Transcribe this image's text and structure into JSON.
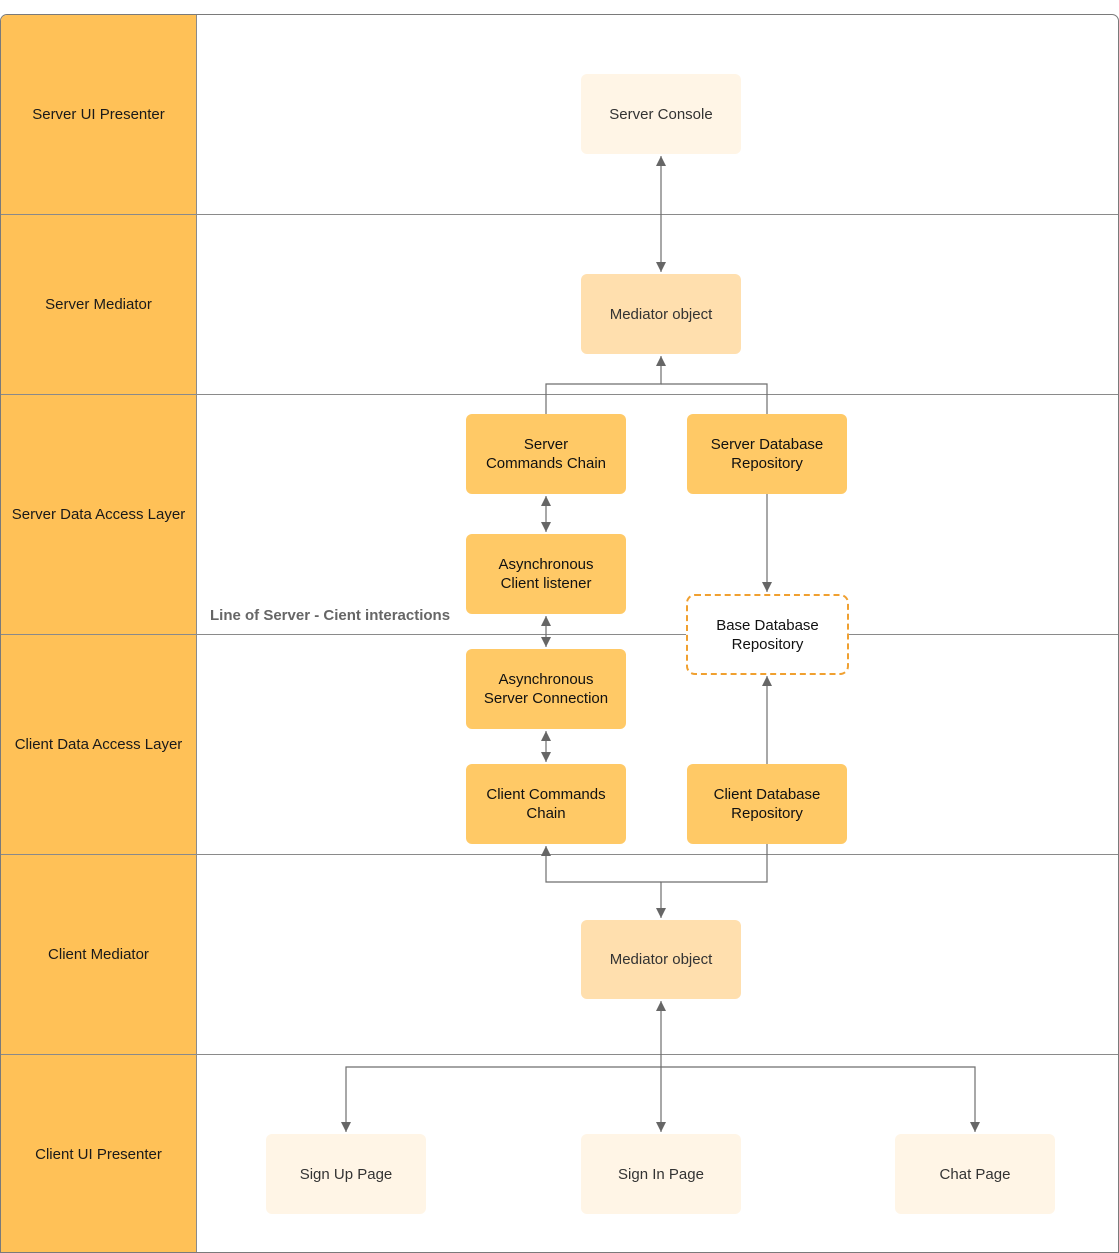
{
  "lanes": [
    {
      "id": "server-ui",
      "label": "Server UI Presenter"
    },
    {
      "id": "server-mediator",
      "label": "Server Mediator"
    },
    {
      "id": "server-dal",
      "label": "Server Data Access Layer"
    },
    {
      "id": "client-dal",
      "label": "Client Data Access Layer"
    },
    {
      "id": "client-mediator",
      "label": "Client Mediator"
    },
    {
      "id": "client-ui",
      "label": "Client UI Presenter"
    }
  ],
  "boundary_label": "Line of Server - Cient interactions",
  "nodes": {
    "server_console": "Server Console",
    "server_mediator_object": "Mediator object",
    "server_commands_chain": "Server\nCommands Chain",
    "server_database_repository": "Server Database\nRepository",
    "async_client_listener": "Asynchronous\nClient listener",
    "base_database_repository": "Base Database\nRepository",
    "async_server_connection": "Asynchronous\nServer Connection",
    "client_commands_chain": "Client Commands\nChain",
    "client_database_repository": "Client Database\nRepository",
    "client_mediator_object": "Mediator object",
    "sign_up_page": "Sign Up Page",
    "sign_in_page": "Sign In Page",
    "chat_page": "Chat Page"
  },
  "colors": {
    "lane_header": "#ffc157",
    "node_strong": "#ffc966",
    "node_mediator": "#ffdfae",
    "node_light": "#fff5e6",
    "dashed_border": "#f0a030",
    "connector": "#666666"
  }
}
